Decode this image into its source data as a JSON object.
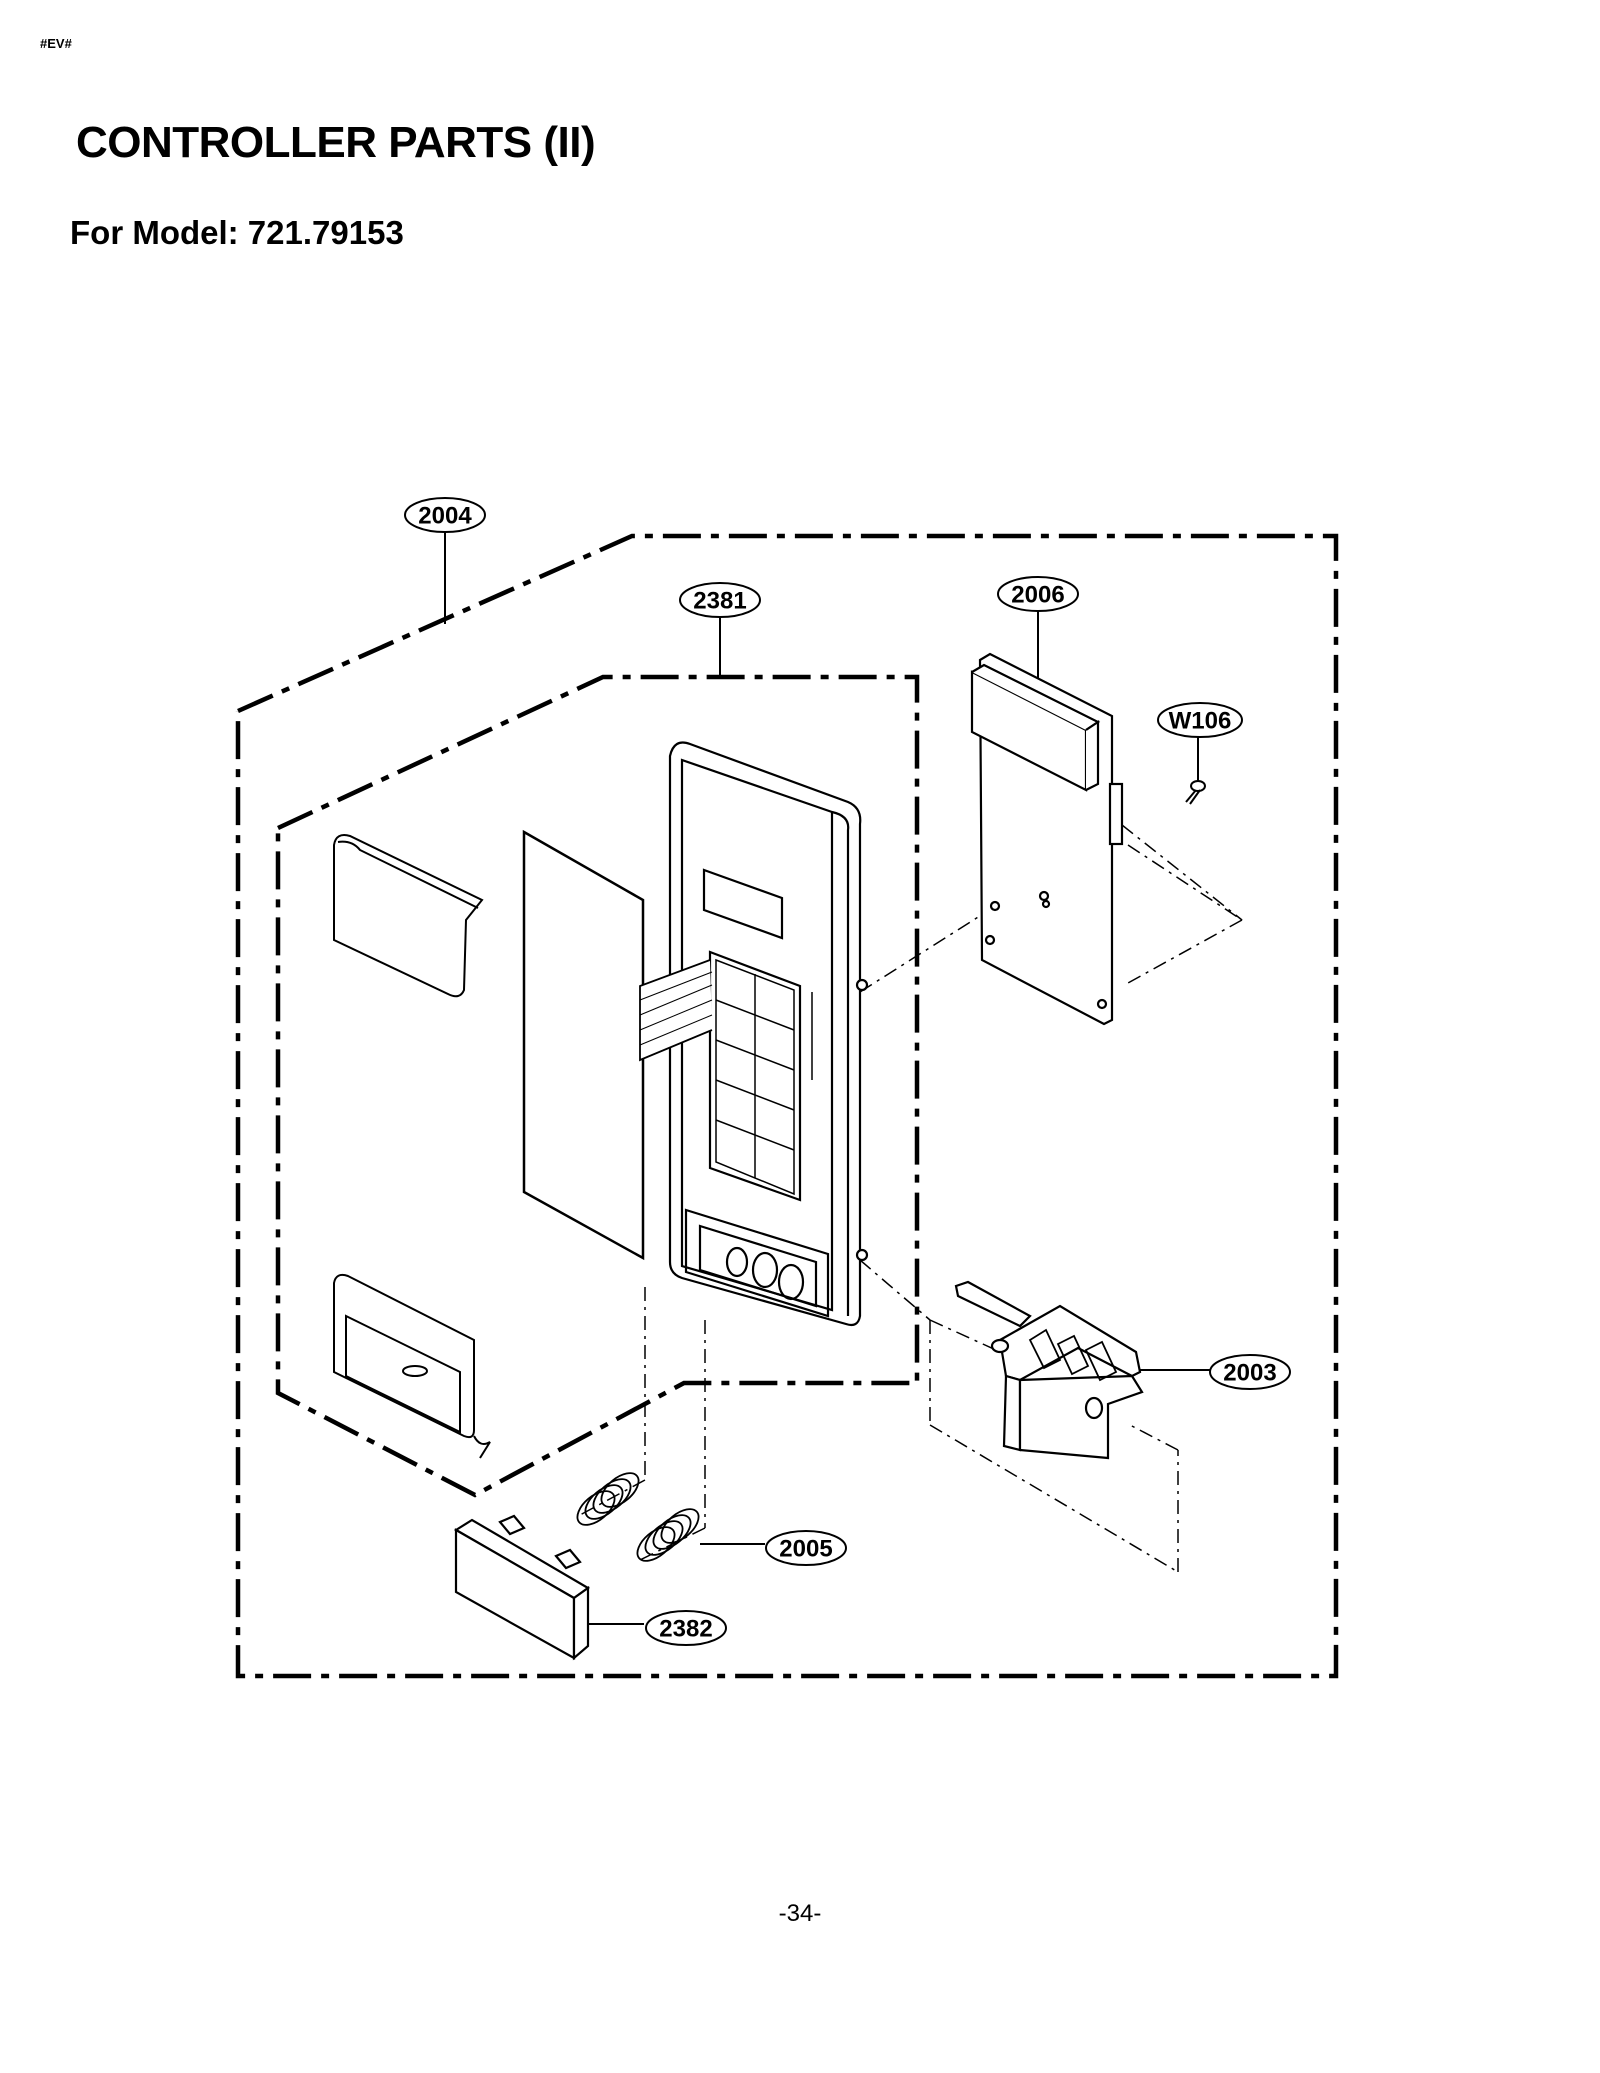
{
  "header_tag": "#EV#",
  "title": "CONTROLLER PARTS (II)",
  "subtitle": "For Model: 721.79153",
  "page_number": "-34-",
  "callouts": [
    {
      "id": "c2004",
      "label": "2004"
    },
    {
      "id": "c2381",
      "label": "2381"
    },
    {
      "id": "c2006",
      "label": "2006"
    },
    {
      "id": "cW106",
      "label": "W106"
    },
    {
      "id": "c2003",
      "label": "2003"
    },
    {
      "id": "c2005",
      "label": "2005"
    },
    {
      "id": "c2382",
      "label": "2382"
    }
  ]
}
